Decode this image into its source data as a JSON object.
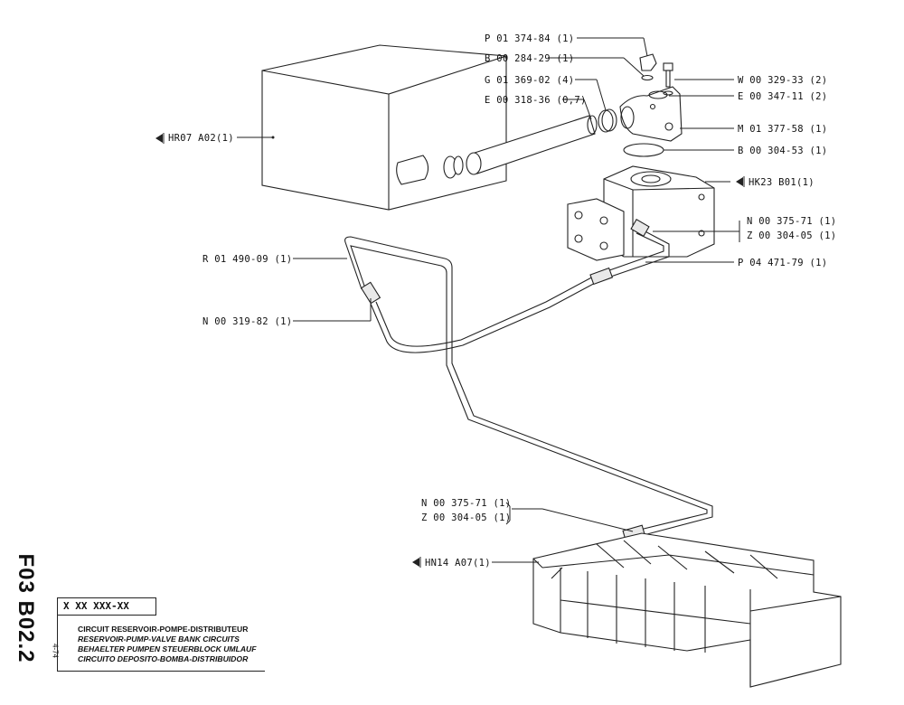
{
  "callouts": {
    "p01_374_84": "P 01 374-84 (1)",
    "b00_284_29": "B 00 284-29 (1)",
    "g01_369_02": "G 01 369-02 (4)",
    "e00_318_36": "E 00 318-36 (0,7)",
    "w00_329_33": "W 00 329-33 (2)",
    "e00_347_11": "E 00 347-11 (2)",
    "m01_377_58": "M 01 377-58 (1)",
    "b00_304_53": "B 00 304-53 (1)",
    "hk23_b01": "HK23  B01(1)",
    "n00_375_71_top": "N 00 375-71 (1)",
    "z00_304_05_top": "Z 00 304-05 (1)",
    "p04_471_79": "P 04 471-79 (1)",
    "r01_490_09": "R 01 490-09 (1)",
    "n00_319_82": "N 00 319-82 (1)",
    "hr07_a02": "HR07  A02(1)",
    "n00_375_71_bottom": "N 00 375-71 (1)",
    "z00_304_05_bottom": "Z 00 304-05 (1)",
    "hn14_a07": "HN14  A07(1)"
  },
  "title_block": {
    "code": "X XX XXX-XX",
    "line_fr": "CIRCUIT RESERVOIR-POMPE-DISTRIBUTEUR",
    "line_en": "RESERVOIR-PUMP-VALVE BANK CIRCUITS",
    "line_de": "BEHAELTER PUMPEN STEUERBLOCK UMLAUF",
    "line_es": "CIRCUITO DEPOSITO-BOMBA-DISTRIBUIDOR",
    "sheet_id": "F03 B02.2",
    "date": "4-74"
  }
}
